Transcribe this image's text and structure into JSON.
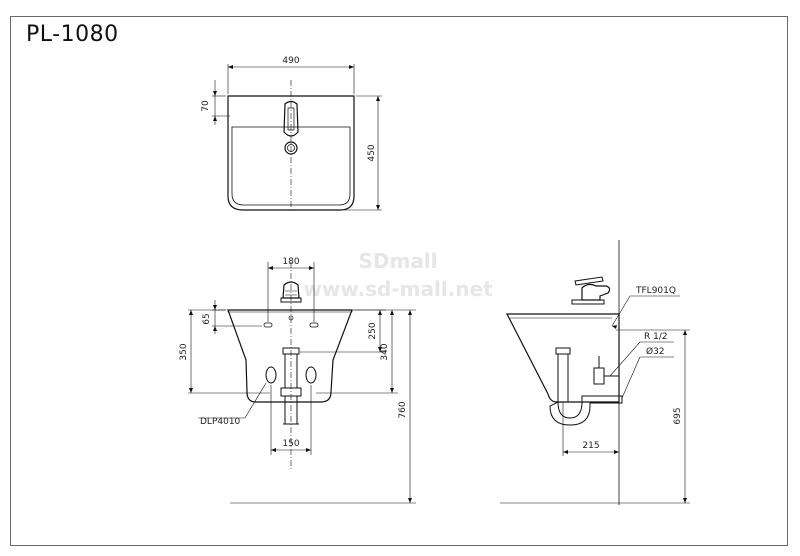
{
  "title": "PL-1080",
  "watermark": {
    "line1": "SDmall",
    "line2": "www.sd-mall.net"
  },
  "top_view": {
    "width": "490",
    "back": "70",
    "depth": "450"
  },
  "front_view": {
    "hole_spacing": "180",
    "tap_offset": "65",
    "height_350": "350",
    "height_250": "250",
    "height_340": "340",
    "height_760": "760",
    "waste_spacing": "150",
    "waste_label": "DLP4010"
  },
  "side_view": {
    "faucet_label": "TFL901Q",
    "thread_label": "R 1/2",
    "pipe_label": "Ø32",
    "projection": "215",
    "height_695": "695"
  }
}
